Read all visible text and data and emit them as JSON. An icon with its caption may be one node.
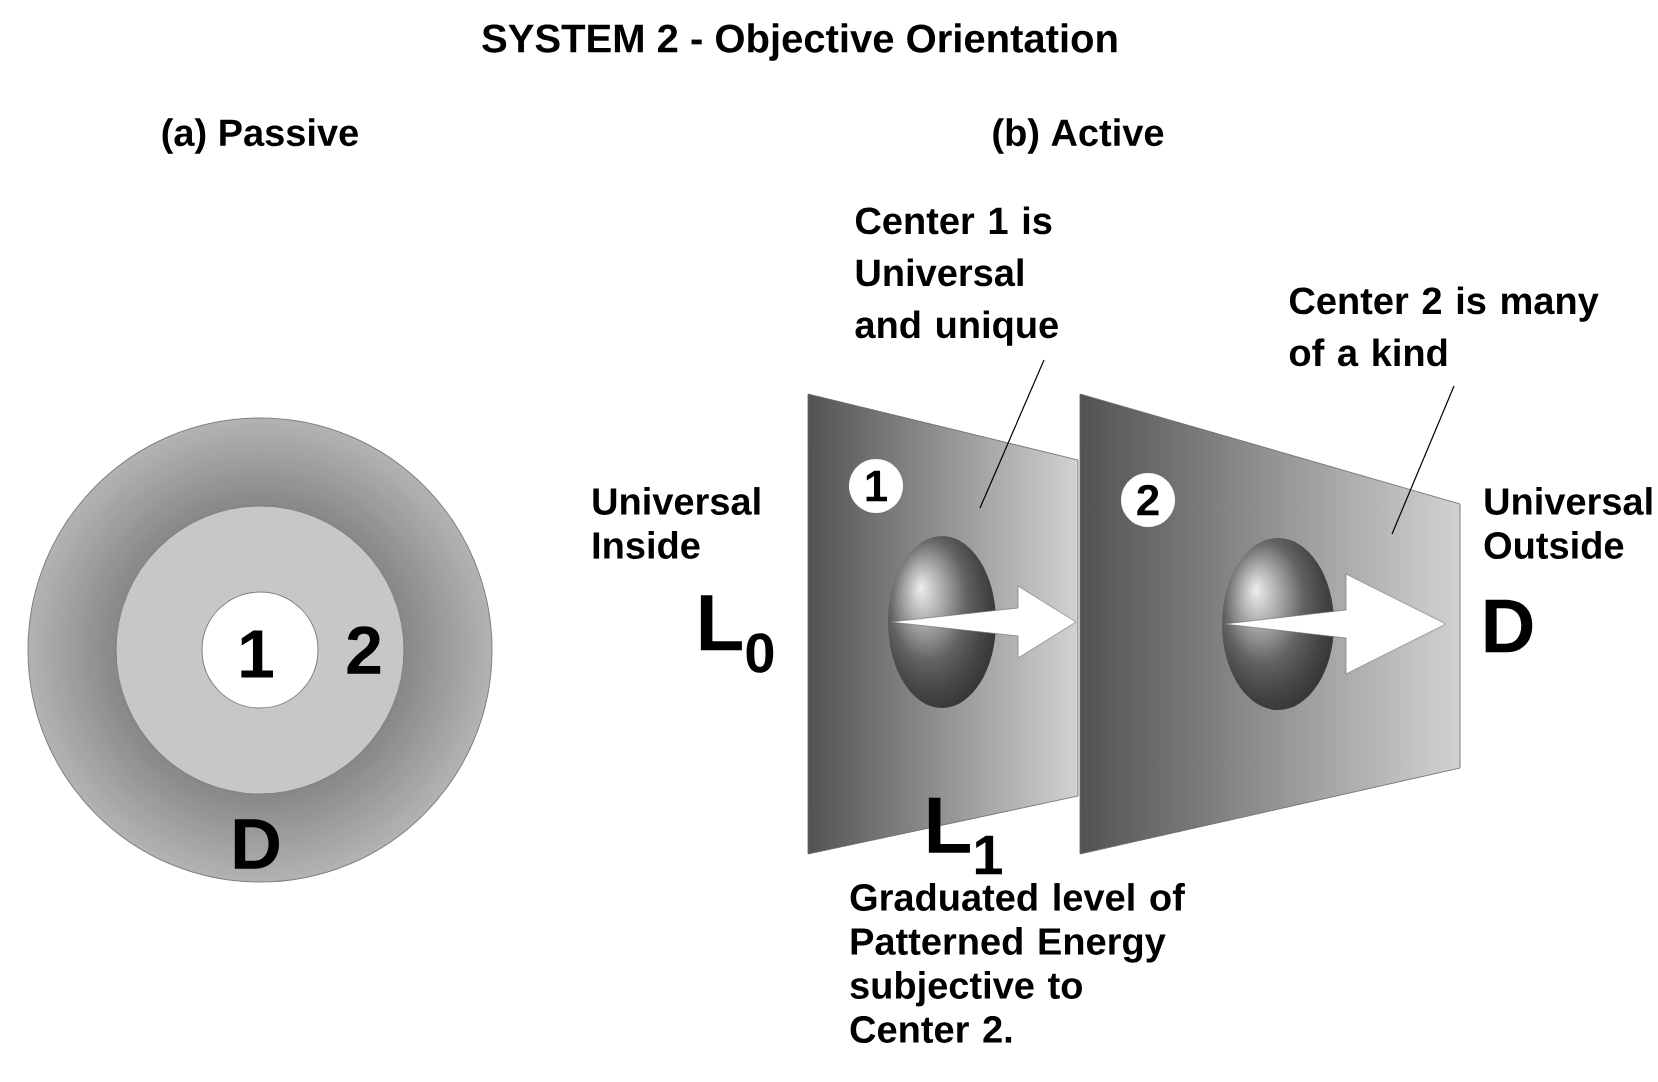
{
  "diagram": {
    "title": "SYSTEM 2 - Objective Orientation",
    "nodes": [
      {
        "text": [
          "D"
        ]
      },
      {
        "text": [
          "2"
        ],
        "in": 0
      },
      {
        "text": [
          "1"
        ],
        "in": 1
      },
      {
        "text": [
          "Center 1 is Universal and unique"
        ]
      },
      {
        "text": [
          "1"
        ]
      },
      {
        "text": [
          "Center 2 is many of a kind"
        ]
      },
      {
        "text": [
          "2"
        ]
      }
    ],
    "edges": [
      {
        "from": 3,
        "to": 4,
        "arrow": "none"
      },
      {
        "from": 5,
        "to": 6,
        "arrow": "none"
      }
    ],
    "labels": [
      "(a) Passive",
      "(b) Active",
      "Universal Inside",
      "L$_{0}$",
      "Universal Outside",
      "D",
      "L$_{1}$",
      "Graduated level of Patterned Energy subjective to Center 2."
    ]
  }
}
